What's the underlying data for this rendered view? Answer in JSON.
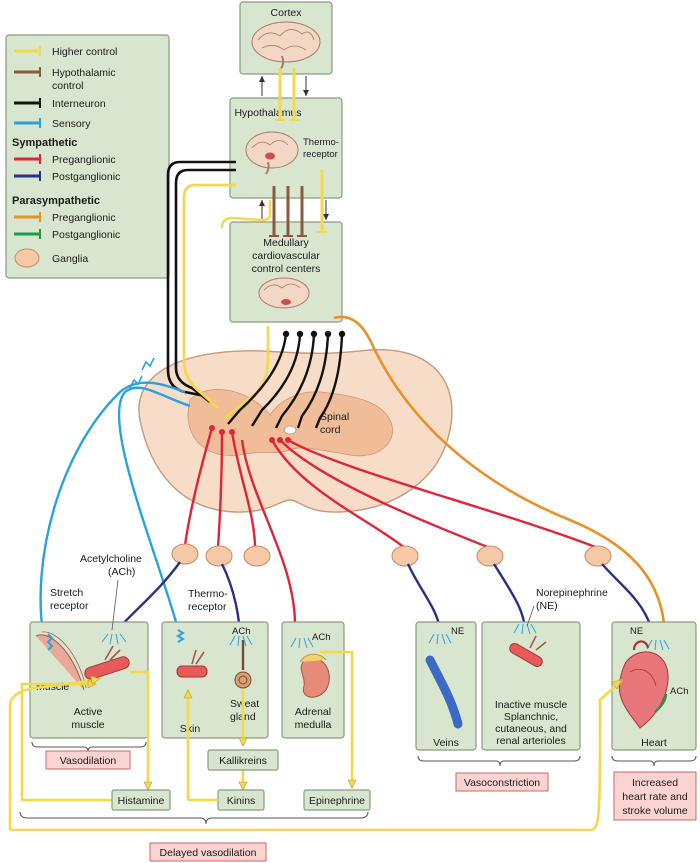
{
  "legend": {
    "items": [
      {
        "label": "Higher control",
        "color": "#f2d84a"
      },
      {
        "label": "Hypothalamic control",
        "label_lines": [
          "Hypothalamic",
          "control"
        ],
        "color": "#8b5a3c"
      },
      {
        "label": "Interneuron",
        "color": "#111111"
      },
      {
        "label": "Sensory",
        "color": "#2aa3dc"
      }
    ],
    "sympathetic_heading": "Sympathetic",
    "sympathetic": [
      {
        "label": "Preganglionic",
        "color": "#e0253a"
      },
      {
        "label": "Postganglionic",
        "color": "#2b2f8a"
      }
    ],
    "parasympathetic_heading": "Parasympathetic",
    "parasympathetic": [
      {
        "label": "Preganglionic",
        "color": "#e8912a"
      },
      {
        "label": "Postganglionic",
        "color": "#1f9a4a"
      }
    ],
    "ganglia_label": "Ganglia",
    "ganglia_color": "#f6c9a6"
  },
  "centers": {
    "cortex": "Cortex",
    "hypothalamus": "Hypothalamus",
    "thermoreceptor_lines": [
      "Thermo-",
      "receptor"
    ],
    "medullary_lines": [
      "Medullary",
      "cardiovascular",
      "control centers"
    ]
  },
  "spinal_cord_lines": [
    "Spinal",
    "cord"
  ],
  "annotations": {
    "acetylcholine_lines": [
      "Acetylcholine",
      "(ACh)"
    ],
    "stretch_receptor_lines": [
      "Stretch",
      "receptor"
    ],
    "thermoreceptor_lines": [
      "Thermo-",
      "receptor"
    ],
    "norepinephrine_lines": [
      "Norepinephrine",
      "(NE)"
    ]
  },
  "effectors": {
    "muscle": "Muscle",
    "active_muscle_lines": [
      "Active",
      "muscle"
    ],
    "skin": "Skin",
    "ach_skin": "ACh",
    "sweat_gland_lines": [
      "Sweat",
      "gland"
    ],
    "ach_adrenal": "ACh",
    "adrenal_lines": [
      "Adrenal",
      "medulla"
    ],
    "ne_veins": "NE",
    "veins": "Veins",
    "inactive_lines": [
      "Inactive muscle",
      "Splanchnic,",
      "cutaneous, and",
      "renal arterioles"
    ],
    "ne_heart": "NE",
    "ach_heart": "ACh",
    "heart": "Heart"
  },
  "mediators": {
    "kallikreins": "Kallikreins",
    "kinins": "Kinins",
    "histamine": "Histamine",
    "epinephrine": "Epinephrine"
  },
  "outcomes": {
    "vasodilation": "Vasodilation",
    "vasoconstriction": "Vasoconstriction",
    "increased_lines": [
      "Increased",
      "heart rate and",
      "stroke volume"
    ],
    "delayed_vasodilation": "Delayed vasodilation"
  }
}
